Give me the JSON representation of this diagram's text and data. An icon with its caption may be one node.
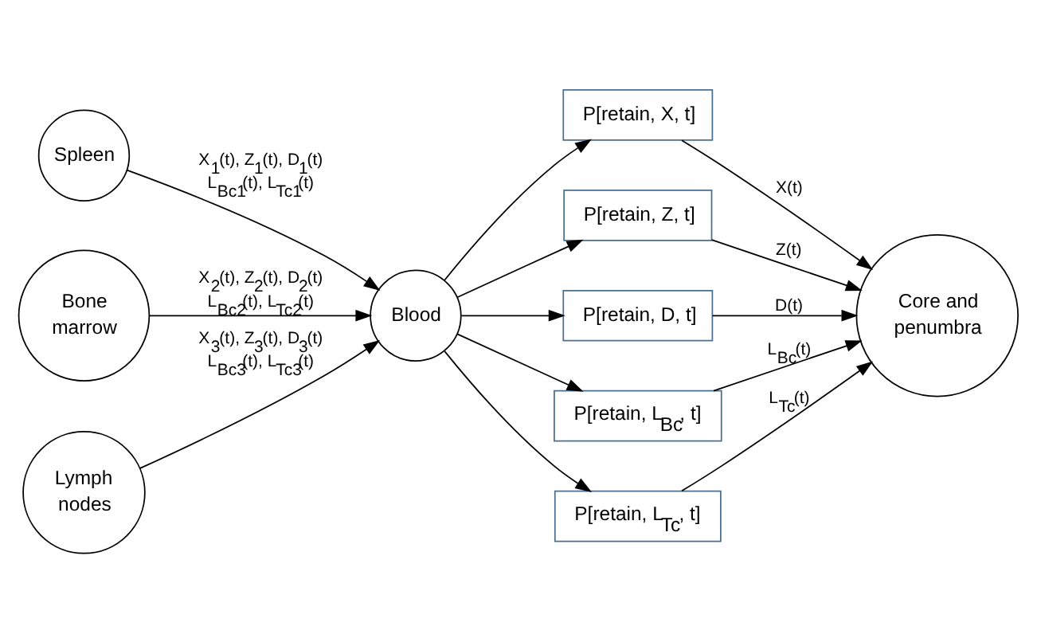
{
  "diagram": {
    "nodes": [
      {
        "text": [
          "Spleen"
        ]
      },
      {
        "text": [
          "Bone marrow"
        ]
      },
      {
        "text": [
          "Lymph nodes"
        ]
      },
      {
        "text": [
          "Blood"
        ]
      },
      {
        "text": [
          "P[retain, X, t]"
        ]
      },
      {
        "text": [
          "P[retain, Z, t]"
        ]
      },
      {
        "text": [
          "P[retain, D, t]"
        ]
      },
      {
        "text": [
          "P[retain, L$_{Bc}$, t]"
        ]
      },
      {
        "text": [
          "P[retain, L$_{Tc}$, t]"
        ]
      },
      {
        "text": [
          "Core and penumbra"
        ]
      }
    ],
    "edges": [
      {
        "from": 0,
        "to": 3,
        "arrow": "to",
        "label": "X$_{1}$(t), Z$_{1}$(t), D$_{1}$(t) L$_{Bc1}$(t), L$_{Tc1}$(t)"
      },
      {
        "from": 1,
        "to": 3,
        "arrow": "to",
        "label": "X$_{2}$(t), Z$_{2}$(t), D$_{2}$(t) L$_{Bc2}$(t), L$_{Tc2}$(t)"
      },
      {
        "from": 2,
        "to": 3,
        "arrow": "to",
        "label": "X$_{3}$(t), Z$_{3}$(t), D$_{3}$(t) L$_{Bc3}$(t), L$_{Tc3}$(t)"
      },
      {
        "from": 3,
        "to": 4,
        "arrow": "to"
      },
      {
        "from": 3,
        "to": 5,
        "arrow": "to"
      },
      {
        "from": 3,
        "to": 6,
        "arrow": "to"
      },
      {
        "from": 3,
        "to": 7,
        "arrow": "to"
      },
      {
        "from": 3,
        "to": 8,
        "arrow": "to"
      },
      {
        "from": 4,
        "to": 9,
        "arrow": "to",
        "label": "X(t)"
      },
      {
        "from": 5,
        "to": 9,
        "arrow": "to",
        "label": "Z(t)"
      },
      {
        "from": 6,
        "to": 9,
        "arrow": "to",
        "label": "D(t)"
      },
      {
        "from": 7,
        "to": 9,
        "arrow": "to",
        "label": "L$_{Bc}$(t)"
      },
      {
        "from": 8,
        "to": 9,
        "arrow": "to",
        "label": "L$_{Tc}$(t)"
      }
    ]
  }
}
